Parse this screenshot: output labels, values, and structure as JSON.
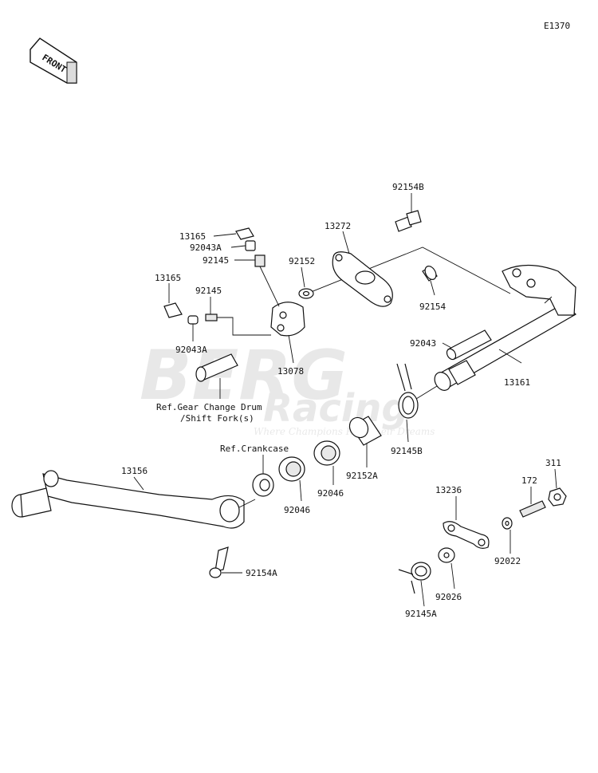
{
  "diagram_code": "E1370",
  "front_label": "FRONT",
  "watermark": {
    "brand": "BERG",
    "sub": "Racing",
    "tagline": "Where Champions Run Their Dreams"
  },
  "labels": {
    "p92154B": "92154B",
    "p13272": "13272",
    "p13165a": "13165",
    "p92043Aa": "92043A",
    "p92145a": "92145",
    "p92152": "92152",
    "p13165b": "13165",
    "p92145b": "92145",
    "p92154": "92154",
    "p92043": "92043",
    "p92043Ab": "92043A",
    "p13078": "13078",
    "p13161": "13161",
    "ref1": "Ref.Gear Change Drum",
    "ref2": "/Shift Fork(s)",
    "p92145B": "92145B",
    "refCrank": "Ref.Crankcase",
    "p13156": "13156",
    "p92152A": "92152A",
    "p92046a": "92046",
    "p92046b": "92046",
    "p311": "311",
    "p13236": "13236",
    "p172": "172",
    "p92022": "92022",
    "p92154A": "92154A",
    "p92026": "92026",
    "p92145A": "92145A"
  }
}
